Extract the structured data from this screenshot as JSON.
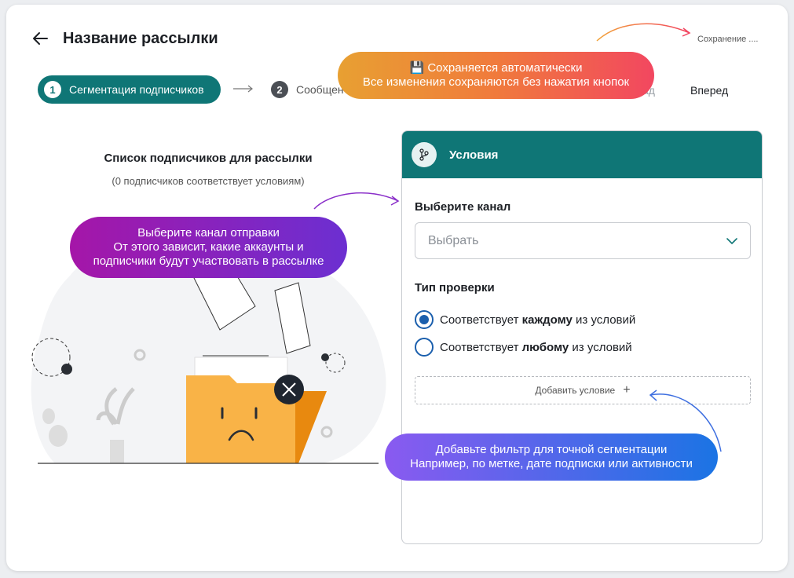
{
  "header": {
    "title": "Название рассылки",
    "saving_status": "Сохранение ....",
    "back_icon": "arrow-left-icon"
  },
  "steps": [
    {
      "number": "1",
      "label": "Сегментация подписчиков",
      "active": true
    },
    {
      "number": "2",
      "label": "Сообщен",
      "active": false
    }
  ],
  "nav": {
    "back_label": "ад",
    "next_label": "Вперед"
  },
  "tips": {
    "autosave_title": "💾 Сохраняется автоматически",
    "autosave_body": "Все изменения сохраняются без нажатия кнопок",
    "channel_line1": "Выберите канал отправки",
    "channel_line2": "От этого зависит, какие аккаунты и",
    "channel_line3": "подписчики будут участвовать в рассылке",
    "filter_line1": "Добавьте фильтр для точной сегментации",
    "filter_line2": "Например, по метке, дате подписки или активности"
  },
  "subscribers": {
    "title": "Список подписчиков для рассылки",
    "count_text": "(0 подписчиков соответствует условиям)"
  },
  "conditions": {
    "header": "Условия",
    "header_icon": "branch-icon",
    "channel_label": "Выберите канал",
    "channel_placeholder": "Выбрать",
    "check_type_label": "Тип проверки",
    "radio_all_prefix": "Соответствует ",
    "radio_all_bold": "каждому",
    "radio_all_suffix": " из условий",
    "radio_any_prefix": "Соответствует ",
    "radio_any_bold": "любому",
    "radio_any_suffix": " из условий",
    "selected": "all",
    "add_condition": "Добавить условие"
  },
  "colors": {
    "brand": "#0f7676",
    "radio": "#1b5fad",
    "folder": "#f9b347"
  }
}
